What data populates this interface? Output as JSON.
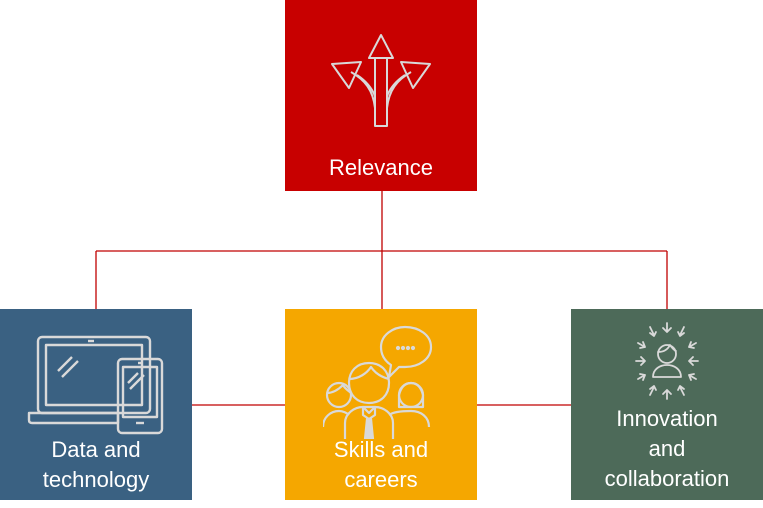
{
  "diagram": {
    "root": {
      "label": "Relevance",
      "icon": "diverging-arrows-icon",
      "color": "#c80000"
    },
    "children": [
      {
        "label_lines": [
          "Data and",
          "technology"
        ],
        "icon": "laptop-tablet-icon",
        "color": "#3a6182"
      },
      {
        "label_lines": [
          "Skills and",
          "careers"
        ],
        "icon": "people-speech-icon",
        "color": "#f5a700"
      },
      {
        "label_lines": [
          "Innovation",
          "and",
          "collaboration"
        ],
        "icon": "person-converging-arrows-icon",
        "color": "#4d6a59"
      }
    ],
    "connector_color": "#c00000",
    "icon_stroke_color": "#d9d9d9"
  }
}
